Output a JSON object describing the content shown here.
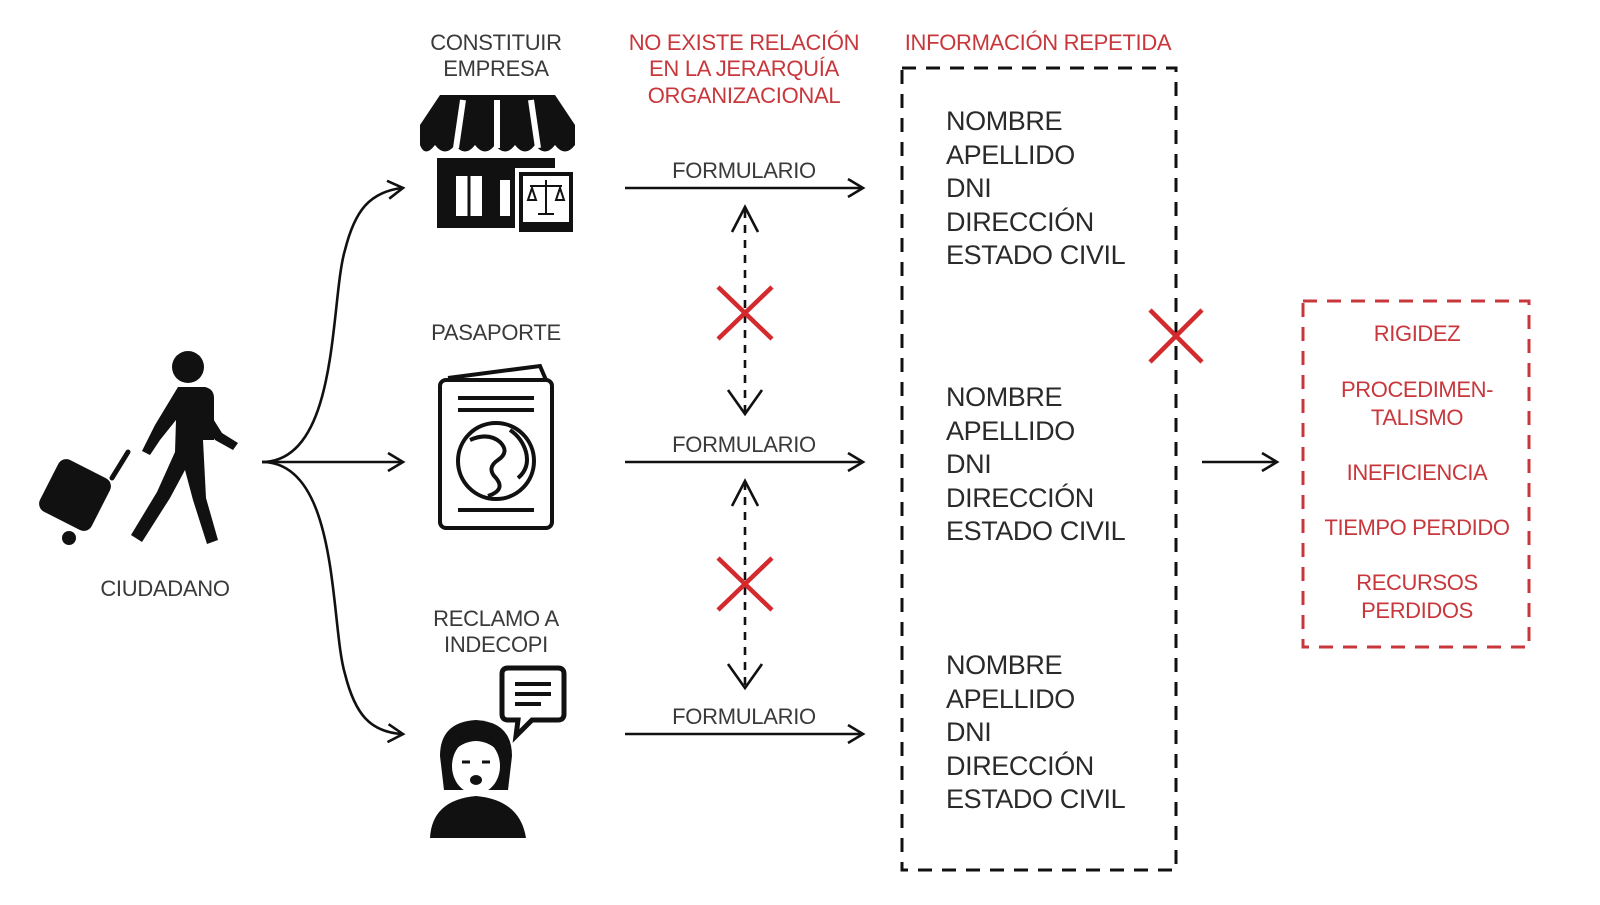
{
  "citizen": {
    "label": "CIUDADANO",
    "icon": "traveler-icon"
  },
  "procedures": [
    {
      "label_line1": "CONSTITUIR",
      "label_line2": "EMPRESA",
      "icon": "store-icon",
      "arrow_label": "FORMULARIO"
    },
    {
      "label_line1": "PASAPORTE",
      "label_line2": "",
      "icon": "passport-icon",
      "arrow_label": "FORMULARIO"
    },
    {
      "label_line1": "RECLAMO A",
      "label_line2": "INDECOPI",
      "icon": "complaint-person-icon",
      "arrow_label": "FORMULARIO"
    }
  ],
  "no_relation": {
    "line1": "NO EXISTE RELACIÓN",
    "line2": "EN LA JERARQUÍA",
    "line3": "ORGANIZACIONAL"
  },
  "repeated_info": {
    "title": "INFORMACIÓN REPETIDA",
    "fields": [
      "NOMBRE",
      "APELLIDO",
      "DNI",
      "DIRECCIÓN",
      "ESTADO CIVIL"
    ]
  },
  "consequences": {
    "items": [
      "RIGIDEZ",
      "PROCEDIMEN-",
      "TALISMO",
      "INEFICIENCIA",
      "TIEMPO PERDIDO",
      "RECURSOS",
      "PERDIDOS"
    ]
  },
  "colors": {
    "accent_red": "#c8373b",
    "ink": "#111111",
    "text": "#3a3a3a"
  }
}
